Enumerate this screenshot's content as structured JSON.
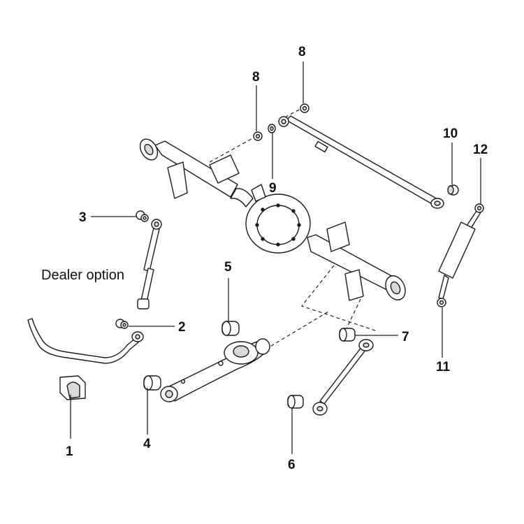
{
  "callouts": {
    "c1": "1",
    "c2": "2",
    "c3": "3",
    "c4": "4",
    "c5": "5",
    "c6": "6",
    "c7": "7",
    "c8a": "8",
    "c8b": "8",
    "c9": "9",
    "c10": "10",
    "c11": "11",
    "c12": "12"
  },
  "notes": {
    "dealer_option": "Dealer option"
  },
  "colors": {
    "line": "#1a1a1a",
    "part_fill": "#ffffff",
    "shade": "#d9d9d9"
  }
}
